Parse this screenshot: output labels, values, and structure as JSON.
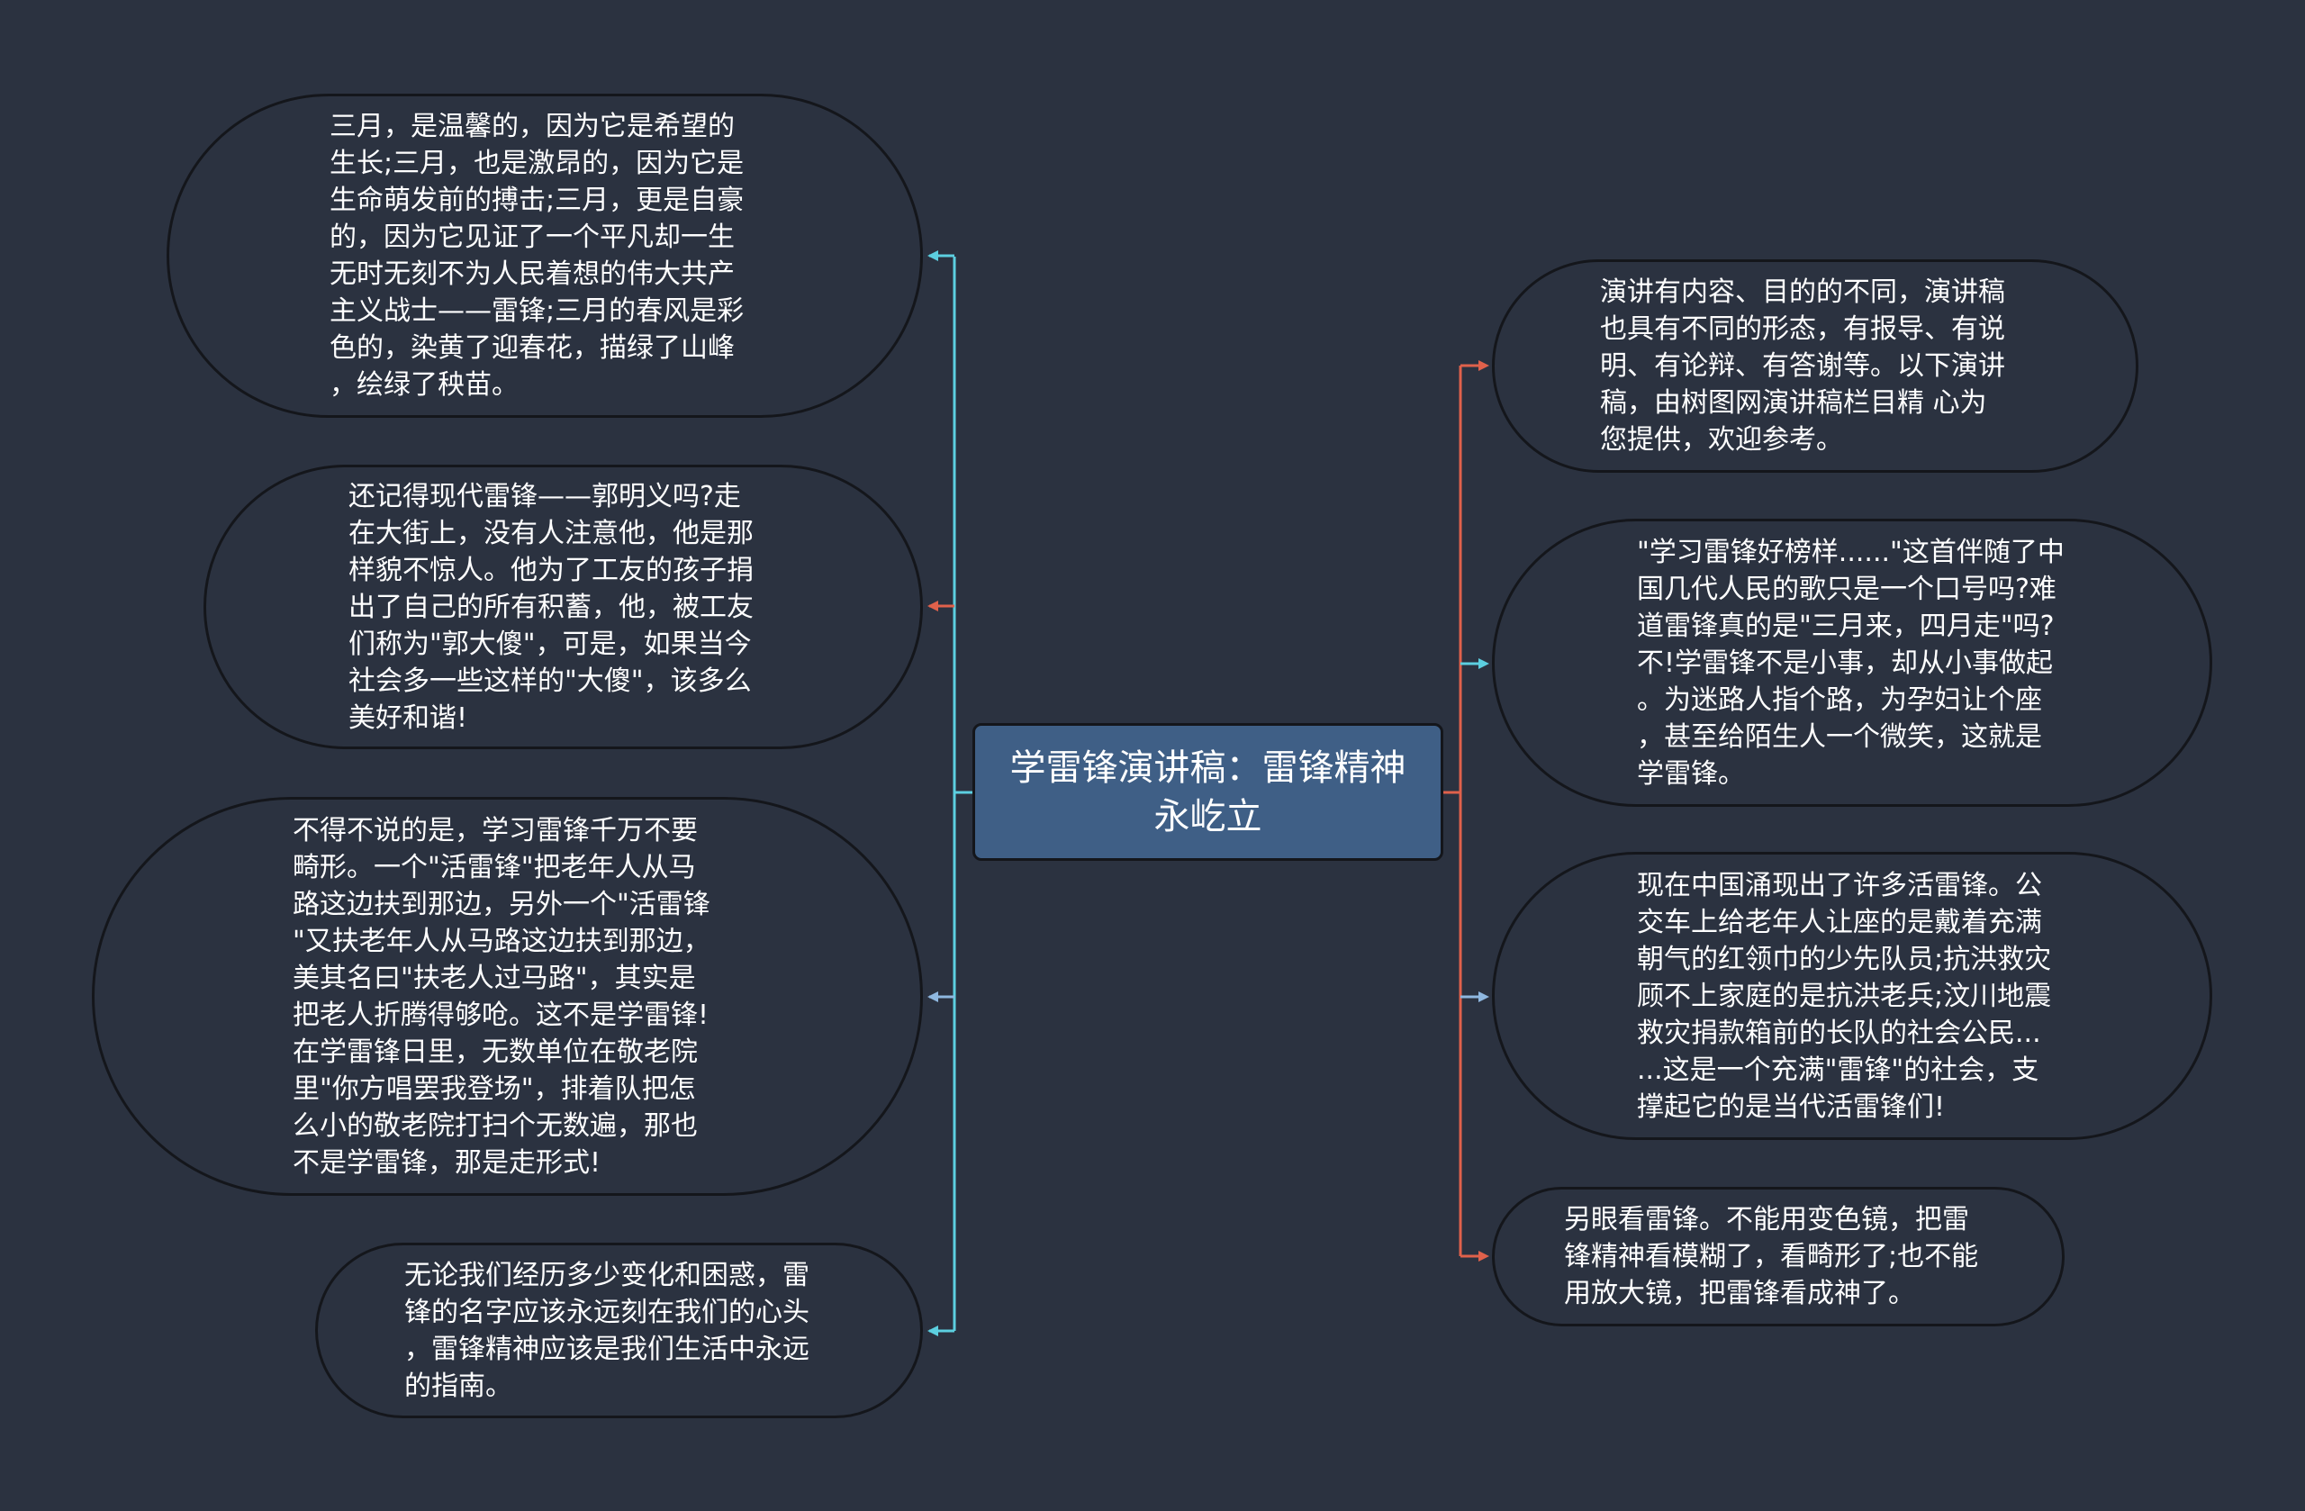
{
  "center": {
    "title": "学雷锋演讲稿：雷锋精神\n永屹立"
  },
  "colors": {
    "background": "#2b3240",
    "center_fill": "#3f5f86",
    "link_cyan": "#5ccfe0",
    "link_red": "#e0614b",
    "link_blue": "#8fb8e0"
  },
  "left_nodes": [
    {
      "text": "三月，是温馨的，因为它是希望的\n生长;三月，也是激昂的，因为它是\n生命萌发前的搏击;三月，更是自豪\n的，因为它见证了一个平凡却一生\n无时无刻不为人民着想的伟大共产\n主义战士——雷锋;三月的春风是彩\n色的，染黄了迎春花，描绿了山峰\n，绘绿了秧苗。"
    },
    {
      "text": "还记得现代雷锋——郭明义吗?走\n在大街上，没有人注意他，他是那\n样貌不惊人。他为了工友的孩子捐\n出了自己的所有积蓄，他，被工友\n们称为\"郭大傻\"，可是，如果当今\n社会多一些这样的\"大傻\"，该多么\n美好和谐!"
    },
    {
      "text": "不得不说的是，学习雷锋千万不要\n畸形。一个\"活雷锋\"把老年人从马\n路这边扶到那边，另外一个\"活雷锋\n\"又扶老年人从马路这边扶到那边，\n美其名曰\"扶老人过马路\"，其实是\n把老人折腾得够呛。这不是学雷锋!\n在学雷锋日里，无数单位在敬老院\n里\"你方唱罢我登场\"，排着队把怎\n么小的敬老院打扫个无数遍，那也\n不是学雷锋，那是走形式!"
    },
    {
      "text": "无论我们经历多少变化和困惑，雷\n锋的名字应该永远刻在我们的心头\n，雷锋精神应该是我们生活中永远\n的指南。"
    }
  ],
  "right_nodes": [
    {
      "text": "演讲有内容、目的的不同，演讲稿\n也具有不同的形态，有报导、有说\n明、有论辩、有答谢等。以下演讲\n稿，由树图网演讲稿栏目精  心为\n您提供，欢迎参考。"
    },
    {
      "text": "\"学习雷锋好榜样......\"这首伴随了中\n国几代人民的歌只是一个口号吗?难\n道雷锋真的是\"三月来，四月走\"吗?\n不!学雷锋不是小事，却从小事做起\n。为迷路人指个路，为孕妇让个座\n，甚至给陌生人一个微笑，这就是\n学雷锋。"
    },
    {
      "text": "现在中国涌现出了许多活雷锋。公\n交车上给老年人让座的是戴着充满\n朝气的红领巾的少先队员;抗洪救灾\n顾不上家庭的是抗洪老兵;汶川地震\n救灾捐款箱前的长队的社会公民...\n...这是一个充满\"雷锋\"的社会，支\n撑起它的是当代活雷锋们!"
    },
    {
      "text": "另眼看雷锋。不能用变色镜，把雷\n锋精神看模糊了，看畸形了;也不能\n用放大镜，把雷锋看成神了。"
    }
  ]
}
